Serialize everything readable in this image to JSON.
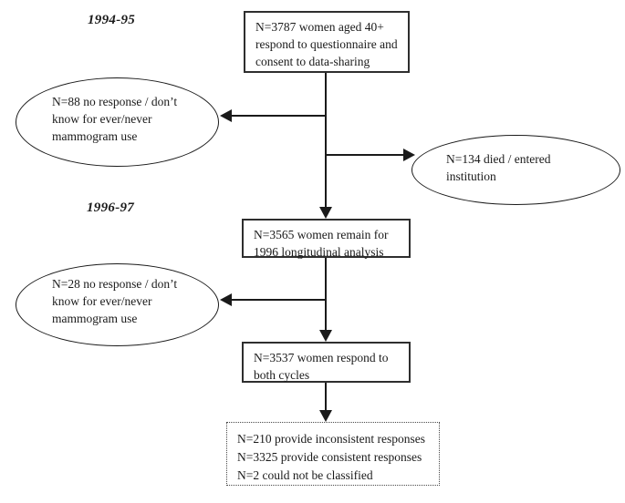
{
  "diagram_type": "study-flowchart",
  "colors": {
    "line": "#1a1a1a",
    "text": "#1a1a1a",
    "background": "#ffffff"
  },
  "labels": {
    "period1": "1994-95",
    "period2": "1996-97"
  },
  "nodes": {
    "box_respond_1994": {
      "lines": [
        "N=3787 women aged 40+",
        "respond to questionnaire and",
        "consent to data-sharing"
      ]
    },
    "ellipse_no_response_1994": {
      "lines": [
        "N=88 no response / don’t",
        "know for ever/never",
        "mammogram use"
      ]
    },
    "ellipse_died": {
      "lines": [
        "N=134 died / entered",
        "institution"
      ]
    },
    "box_remain_1996": {
      "lines": [
        "N=3565 women remain for",
        "1996 longitudinal analysis"
      ]
    },
    "ellipse_no_response_1996": {
      "lines": [
        "N=28 no response / don’t",
        "know for ever/never",
        "mammogram use"
      ]
    },
    "box_both_cycles": {
      "lines": [
        "N=3537 women respond to",
        "both cycles"
      ]
    },
    "box_classification": {
      "lines": [
        "N=210 provide inconsistent responses",
        "N=3325 provide consistent responses",
        "N=2 could not be classified"
      ]
    }
  }
}
